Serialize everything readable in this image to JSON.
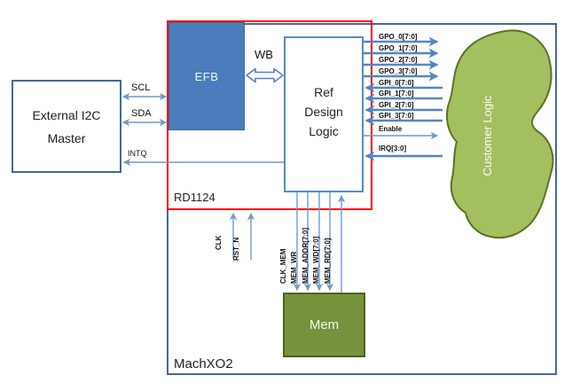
{
  "diagram": {
    "outer_box_label": "MachXO2",
    "rd_box_label": "RD1124",
    "blocks": {
      "i2c_master": {
        "line1": "External I2C",
        "line2": "Master"
      },
      "efb": {
        "label": "EFB"
      },
      "ref_design": {
        "line1": "Ref",
        "line2": "Design",
        "line3": "Logic"
      },
      "mem": {
        "label": "Mem"
      },
      "customer_logic": {
        "label": "Customer Logic"
      }
    },
    "wishbone": {
      "label": "WB",
      "dir": "bidirectional"
    },
    "i2c_signals": [
      {
        "label": "SCL",
        "dir": "bidirectional"
      },
      {
        "label": "SDA",
        "dir": "bidirectional"
      },
      {
        "label": "INTQ",
        "dir": "to-master"
      }
    ],
    "gp_signals": [
      {
        "label": "GPO_0[7:0]",
        "dir": "out"
      },
      {
        "label": "GPO_1[7:0]",
        "dir": "out"
      },
      {
        "label": "GPO_2[7:0]",
        "dir": "out"
      },
      {
        "label": "GPO_3[7:0]",
        "dir": "out"
      },
      {
        "label": "GPI_0[7:0]",
        "dir": "in"
      },
      {
        "label": "GPI_1[7:0]",
        "dir": "in"
      },
      {
        "label": "GPI_2[7:0]",
        "dir": "in"
      },
      {
        "label": "GPI_3[7:0]",
        "dir": "in"
      },
      {
        "label": "Enable",
        "dir": "out"
      },
      {
        "label": "IRQ[3:0]",
        "dir": "in"
      }
    ],
    "mem_signals": [
      {
        "label": "CLK_MEM",
        "dir": "down"
      },
      {
        "label": "MEM_WR",
        "dir": "down"
      },
      {
        "label": "MEM_ADDR[7:0]",
        "dir": "down"
      },
      {
        "label": "MEM_WD[7:0]",
        "dir": "down"
      },
      {
        "label": "MEM_RD[7:0]",
        "dir": "up"
      }
    ],
    "fabric_signals": [
      {
        "label": "CLK",
        "dir": "up"
      },
      {
        "label": "RST_N",
        "dir": "up"
      }
    ],
    "colors": {
      "block_blue": "#4b7dbc",
      "border_blue": "#46689b",
      "ref_border_blue": "#5b8ac2",
      "bus_blue": "#5585c6",
      "thin_blue": "#6f9ad0",
      "red": "#fe0000",
      "mem_green": "#76923c",
      "cloud_green": "#a3bf60",
      "cloud_border": "#5d7226"
    }
  }
}
